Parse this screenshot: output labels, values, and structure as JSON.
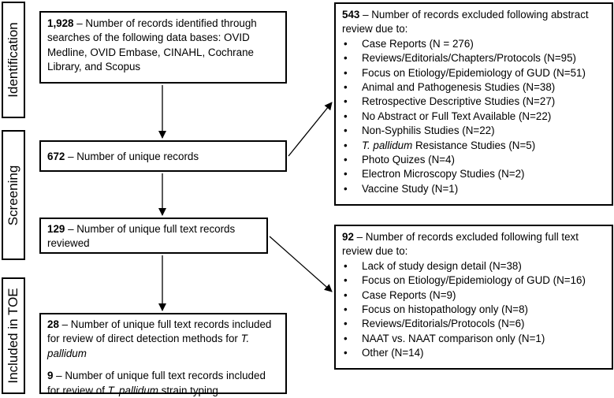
{
  "stages": [
    {
      "label": "Identification"
    },
    {
      "label": "Screening"
    },
    {
      "label": "Included in TOE"
    }
  ],
  "boxes": {
    "identified": {
      "count": "1,928",
      "text": " – Number of records identified through searches of the following data bases: OVID Medline, OVID Embase, CINAHL, Cochrane Library, and Scopus"
    },
    "unique": {
      "count": "672",
      "text": " – Number of unique records"
    },
    "fulltext": {
      "count": "129",
      "text": " – Number of unique full text records reviewed"
    },
    "included_1": {
      "count": "28",
      "text_before": " – Number of unique full text records included for review of direct detection methods for ",
      "italic": "T. pallidum",
      "text_after": ""
    },
    "included_2": {
      "count": "9",
      "text_before": " – Number of unique full text records included for review of ",
      "italic": "T. pallidum",
      "text_after": " strain typing"
    },
    "excluded_abstract": {
      "count": "543",
      "text": " – Number of records excluded following abstract review due to:",
      "items": [
        "Case Reports (N = 276)",
        "Reviews/Editorials/Chapters/Protocols (N=95)",
        "Focus on Etiology/Epidemiology of GUD (N=51)",
        "Animal and Pathogenesis Studies (N=38)",
        "Retrospective Descriptive Studies  (N=27)",
        "No Abstract or Full Text Available (N=22)",
        "Non-Syphilis Studies (N=22)",
        {
          "italic": "T. pallidum",
          "rest": " Resistance Studies (N=5)"
        },
        "Photo Quizes  (N=4)",
        "Electron Microscopy Studies (N=2)",
        "Vaccine Study (N=1)"
      ]
    },
    "excluded_fulltext": {
      "count": "92",
      "text": " – Number of records excluded following full text review due to:",
      "items": [
        "Lack of study design detail (N=38)",
        "Focus on Etiology/Epidemiology of GUD (N=16)",
        "Case Reports (N=9)",
        "Focus on histopathology only (N=8)",
        "Reviews/Editorials/Protocols (N=6)",
        "NAAT vs. NAAT comparison only (N=1)",
        "Other (N=14)"
      ]
    }
  }
}
